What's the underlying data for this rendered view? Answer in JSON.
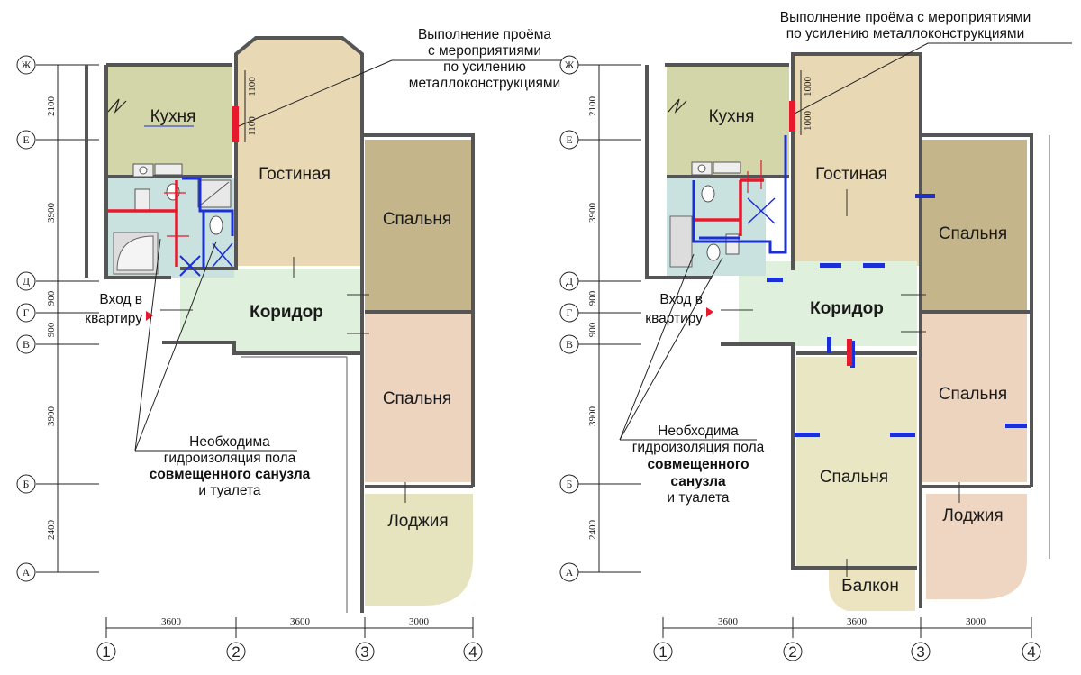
{
  "axes_rows": [
    "Ж",
    "Е",
    "Д",
    "Г",
    "В",
    "Б",
    "А"
  ],
  "axes_cols": [
    "1",
    "2",
    "3",
    "4"
  ],
  "dims_vertical": [
    "2100",
    "3900",
    "900",
    "900",
    "3900",
    "2400"
  ],
  "dims_horizontal": [
    "3600",
    "3600",
    "3000"
  ],
  "colors": {
    "kitchen": "#d3d6a8",
    "living": "#e8d8b4",
    "bedroom_dark": "#c4b58a",
    "bedroom_pink": "#edd4bf",
    "corridor": "#dff0dc",
    "bath": "#c9e2df",
    "loggia_left": "#e6e3bf",
    "loggia_right": "#eed6c2",
    "balcony": "#ece4c0",
    "bedroom_new": "#e9e6c4",
    "red_wall": "#e8192c",
    "blue_wall": "#1b2fd6"
  },
  "left_plan": {
    "kitchen": "Кухня",
    "living": "Гостиная",
    "bedroom1": "Спальня",
    "bedroom2": "Спальня",
    "corridor": "Коридор",
    "loggia": "Лоджия",
    "entrance_l1": "Вход в",
    "entrance_l2": "квартиру",
    "dim_a": "1100",
    "dim_b": "1100",
    "note_opening_l1": "Выполнение проёма",
    "note_opening_l2": "с мероприятиями",
    "note_opening_l3": "по усилению",
    "note_opening_l4": "металлоконструкциями",
    "note_water_l1": "Необходима",
    "note_water_l2": "гидроизоляция пола",
    "note_water_l3": "совмещенного санузла",
    "note_water_l4": "и туалета"
  },
  "right_plan": {
    "kitchen": "Кухня",
    "living": "Гостиная",
    "bedroom1": "Спальня",
    "bedroom2": "Спальня",
    "bedroom3": "Спальня",
    "corridor": "Коридор",
    "loggia": "Лоджия",
    "balcony": "Балкон",
    "entrance_l1": "Вход в",
    "entrance_l2": "квартиру",
    "dim_a": "1000",
    "dim_b": "1000",
    "note_opening_l1": "Выполнение проёма с мероприятиями",
    "note_opening_l2": "по усилению металлоконструкциями",
    "note_water_l1": "Необходима",
    "note_water_l2": "гидроизоляция пола",
    "note_water_l3": "совмещенного",
    "note_water_l4": "санузла",
    "note_water_l5": "и туалета"
  }
}
